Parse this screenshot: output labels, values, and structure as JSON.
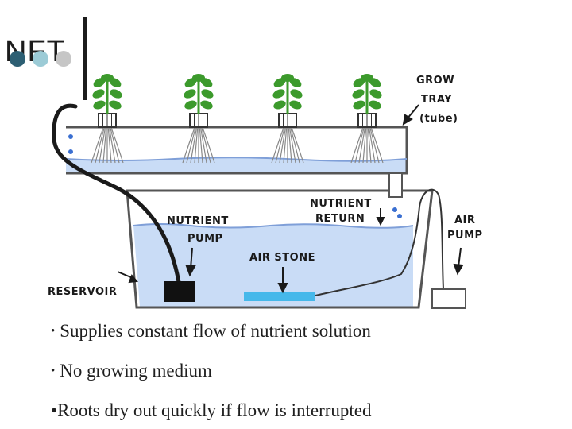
{
  "slide": {
    "title": "NFT",
    "title_dot_colors": [
      "#2d5f73",
      "#9ccbd6",
      "#c6c6c6"
    ]
  },
  "diagram": {
    "labels": {
      "grow_tray_1": "GROW",
      "grow_tray_2": "TRAY",
      "grow_tray_3": "(tube)",
      "nutrient_return_1": "NUTRIENT",
      "nutrient_return_2": "RETURN",
      "nutrient_pump_1": "NUTRIENT",
      "nutrient_pump_2": "PUMP",
      "air_pump_1": "AIR",
      "air_pump_2": "PUMP",
      "air_stone": "AIR STONE",
      "reservoir": "RESERVOIR"
    },
    "colors": {
      "water": "#c9dcf6",
      "water_line": "#7f9fd8",
      "air_stone": "#45b8ea",
      "outline": "#555555",
      "plant": "#3c9a2c"
    }
  },
  "bullets": [
    {
      "mark": "•",
      "text": "Supplies constant flow of nutrient solution"
    },
    {
      "mark": "•",
      "text": "No growing medium"
    },
    {
      "mark": "•",
      "text": "Roots dry out quickly if flow is interrupted"
    }
  ]
}
